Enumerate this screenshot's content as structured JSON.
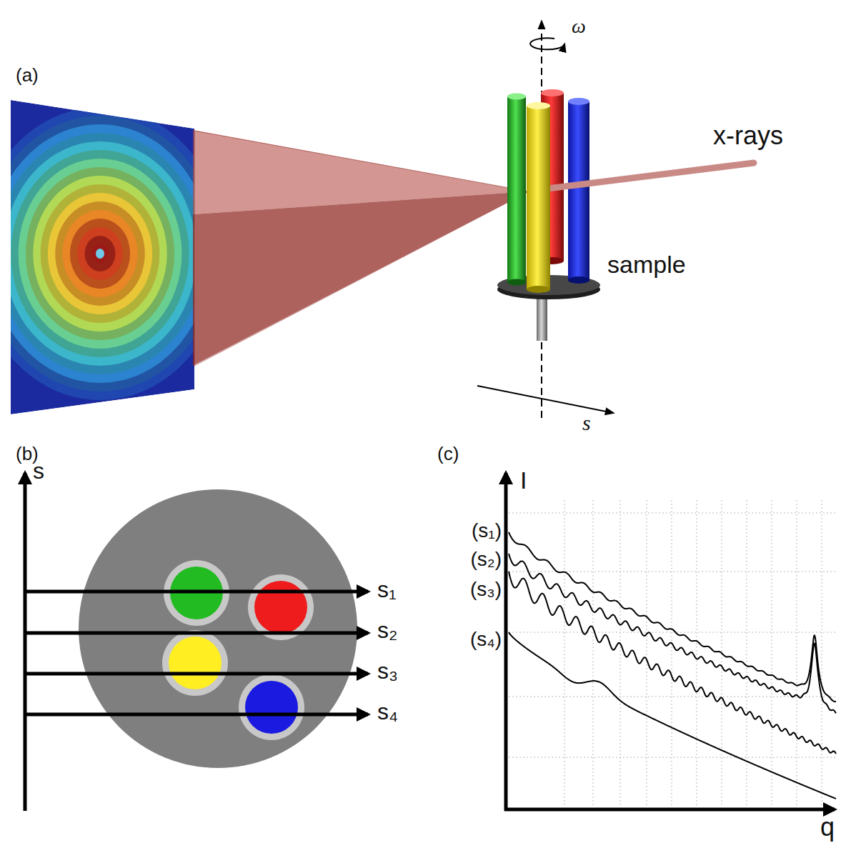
{
  "diagram": {
    "labels": [
      "(a)",
      "ω",
      "x-rays",
      "sample",
      "s",
      "(b)",
      "(c)",
      "s",
      "s₁",
      "s₂",
      "s₃",
      "s₄",
      "I",
      "(s₁)",
      "(s₂)",
      "(s₃)",
      "(s₄)",
      "q"
    ]
  }
}
